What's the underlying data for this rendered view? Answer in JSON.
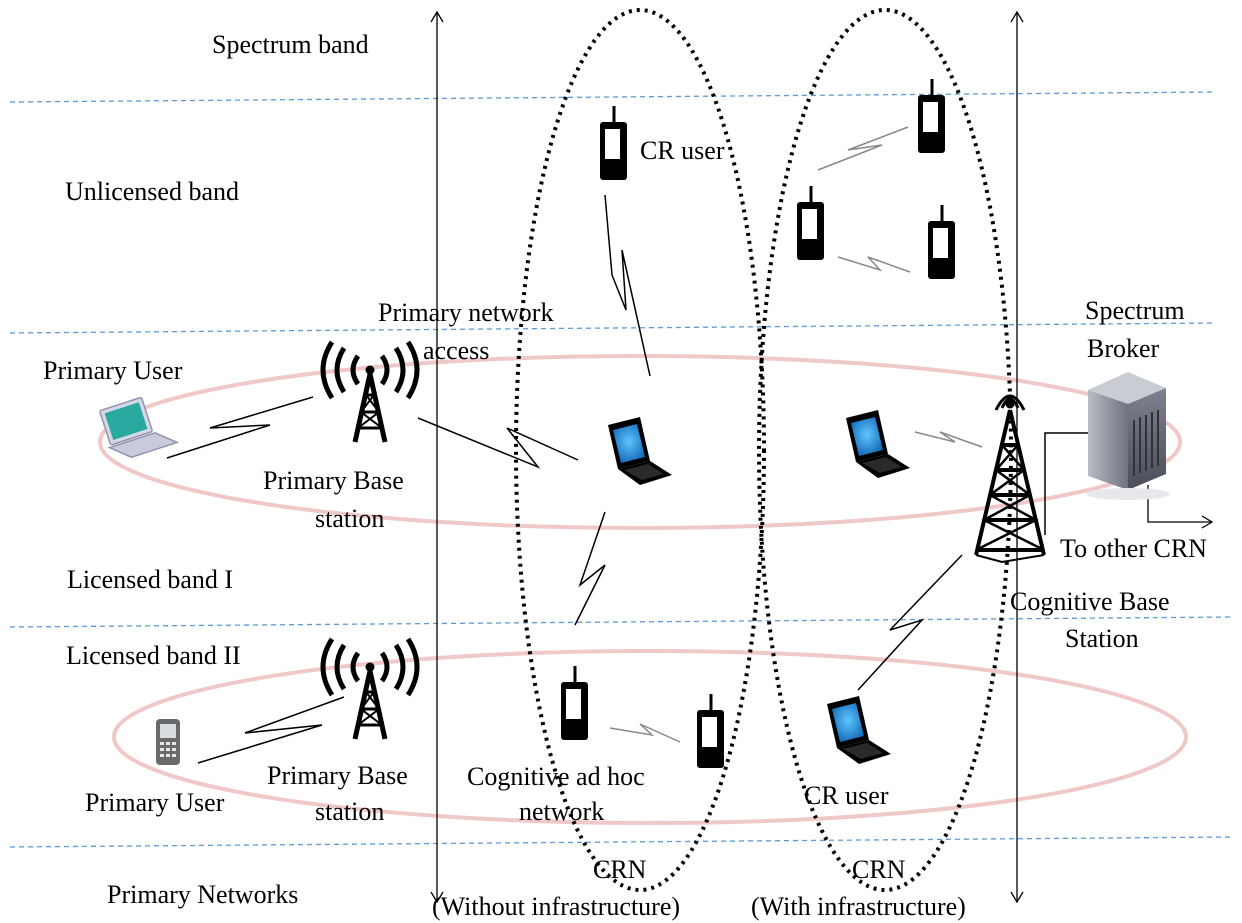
{
  "bands": {
    "spectrum": "Spectrum band",
    "unlicensed": "Unlicensed band",
    "licensed_1": "Licensed band I",
    "licensed_2": "Licensed band II",
    "primary_networks": "Primary Networks"
  },
  "labels": {
    "primary_user_top": "Primary User",
    "primary_user_bottom": "Primary User",
    "primary_bs_top_1": "Primary Base",
    "primary_bs_top_2": "station",
    "primary_bs_bottom_1": "Primary Base",
    "primary_bs_bottom_2": "station",
    "primary_access_1": "Primary network",
    "primary_access_2": "access",
    "cr_user_top": "CR user",
    "cr_user_bottom": "CR user",
    "adhoc_1": "Cognitive ad hoc",
    "adhoc_2": "network",
    "spectrum_broker_1": "Spectrum",
    "spectrum_broker_2": "Broker",
    "to_other_crn": "To other CRN",
    "cognitive_bs_1": "Cognitive Base",
    "cognitive_bs_2": "Station",
    "crn_left_1": "CRN",
    "crn_left_2": "(Without infrastructure)",
    "crn_right_1": "CRN",
    "crn_right_2": "(With infrastructure)"
  },
  "colors": {
    "band_divider": "#5b9bd5",
    "network_ellipse": "#f0c8c8",
    "crn_ellipse": "#000000",
    "laptop_screen": "#1e90d6",
    "server": "#8a8f99"
  },
  "icons": {
    "primary_base_station": "radio-tower-icon",
    "cognitive_base_station": "lattice-tower-icon",
    "cr_device": "handset-icon",
    "laptop": "laptop-icon",
    "server": "server-icon",
    "primary_phone": "cellphone-icon",
    "wireless_link": "lightning-link-icon"
  }
}
